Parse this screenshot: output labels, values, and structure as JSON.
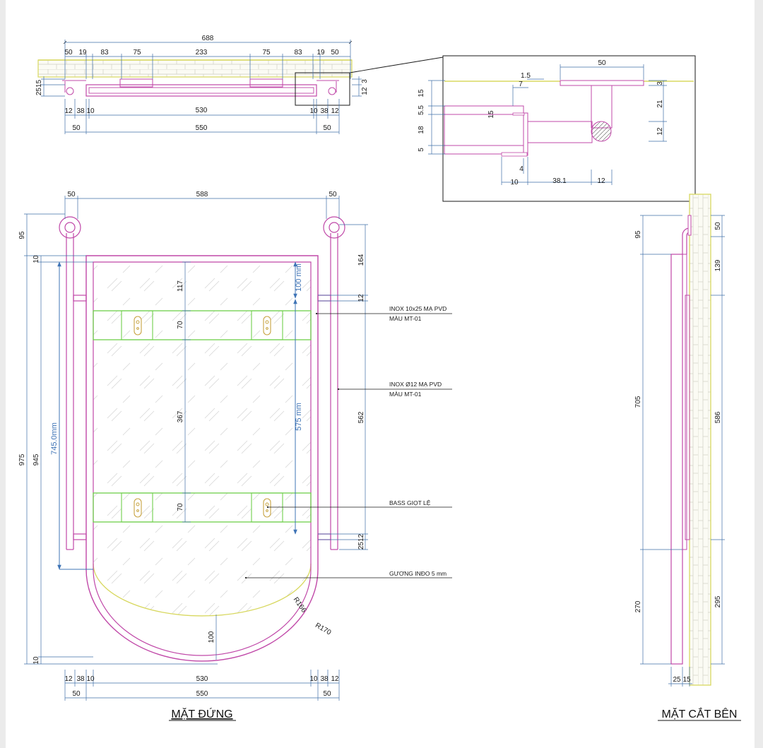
{
  "colors": {
    "frame": "#c048a8",
    "wall": "#d8d860",
    "green": "#6fcf4c",
    "dim": "#3f6fa8",
    "line": "#1a1a1a",
    "blue_text": "#3f74b6"
  },
  "top_view": {
    "total": "688",
    "segments": [
      "50",
      "19",
      "83",
      "75",
      "233",
      "75",
      "83",
      "19",
      "50"
    ],
    "left_vert": "2515",
    "right_vert": [
      "3",
      "12"
    ],
    "mid_row": [
      "12",
      "38",
      "10",
      "530",
      "10",
      "38",
      "12"
    ],
    "bottom_row": [
      "50",
      "550",
      "50"
    ]
  },
  "detail_view": {
    "top_w": "50",
    "small_15": "1.5",
    "small_7": "7",
    "left_dims": [
      "15",
      "5.5",
      "18",
      "5"
    ],
    "inner_15": "15",
    "right_dims": [
      "3",
      "21",
      "12"
    ],
    "bottom_4": "4",
    "bottom_row": [
      "10",
      "38.1",
      "12"
    ]
  },
  "front_view": {
    "top_row": [
      "50",
      "588",
      "50"
    ],
    "left_outer": [
      "95",
      "975"
    ],
    "left_inner": [
      "10",
      "945",
      "10"
    ],
    "blue_left": "745.0mm",
    "inner_col": [
      "117",
      "70",
      "367",
      "70"
    ],
    "blue_top": "100 mm",
    "blue_mid": "575 mm",
    "right_col": [
      "164",
      "12",
      "562",
      "2512"
    ],
    "radius_inner": "R166",
    "radius_outer": "R170",
    "bottom_gap": "100",
    "bottom_row1": [
      "12",
      "38",
      "10",
      "530",
      "10",
      "38",
      "12"
    ],
    "bottom_row2": [
      "50",
      "550",
      "50"
    ],
    "title": "MẶT ĐỨNG"
  },
  "annotations": [
    {
      "line1": "INOX 10x25  MẠ PVD",
      "line2": "MÀU MT-01"
    },
    {
      "line1": "INOX Ø12 MẠ PVD",
      "line2": "MÀU MT-01"
    },
    {
      "line1": "BASS GIỌT LỆ",
      "line2": ""
    },
    {
      "line1": "GƯƠNG INĐO 5 mm",
      "line2": ""
    }
  ],
  "side_view": {
    "left_dims": [
      "95",
      "705",
      "270"
    ],
    "right_dims": [
      "50",
      "139",
      "586",
      "295"
    ],
    "bottom_dims": [
      "25",
      "15"
    ],
    "title": "MẶT CẮT BÊN"
  }
}
